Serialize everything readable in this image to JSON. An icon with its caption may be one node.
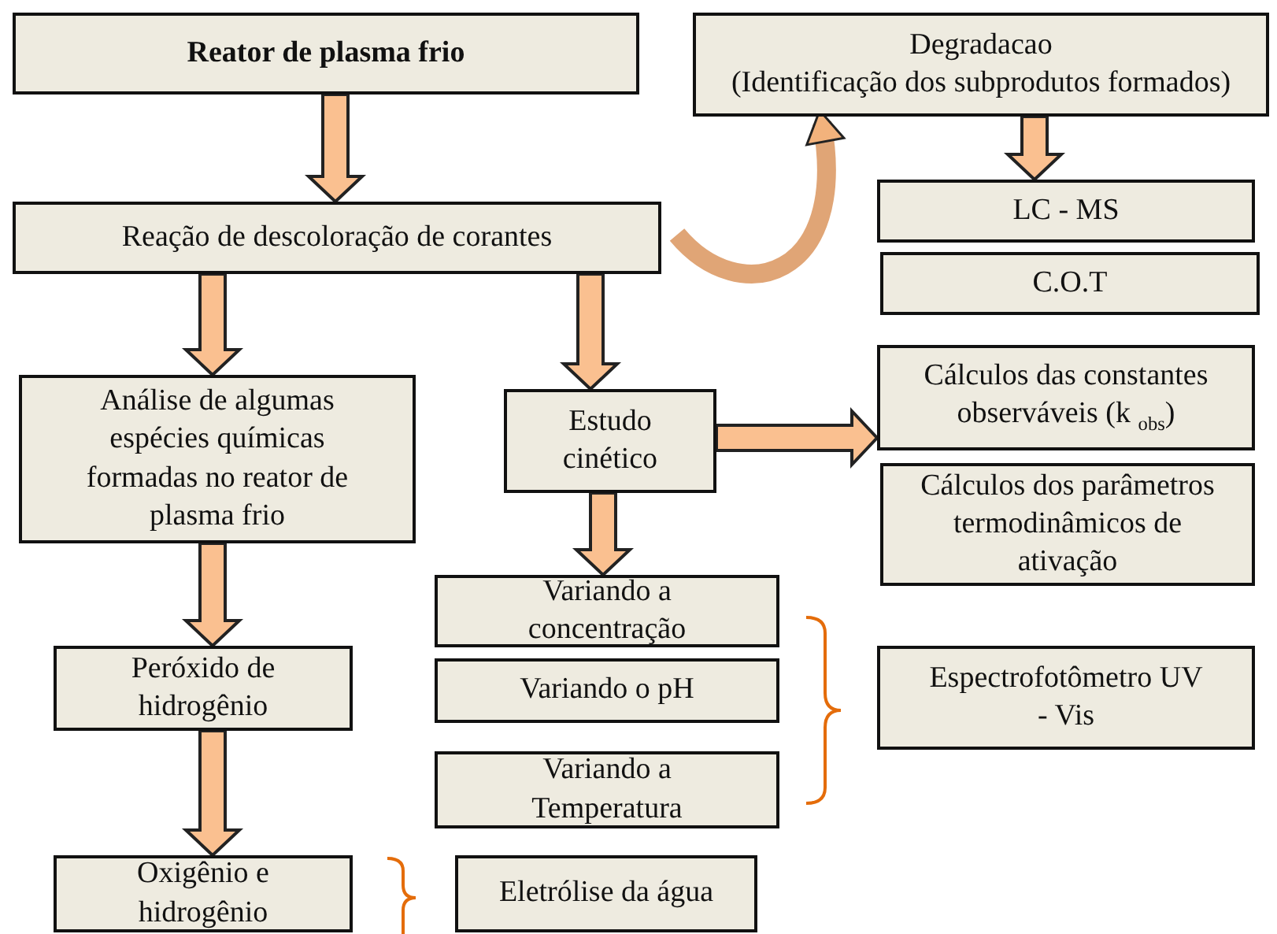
{
  "diagram": {
    "nodes": [
      {
        "text": [
          "Reator de plasma frio"
        ]
      },
      {
        "text": [
          "Degradacao",
          "(Identificação dos subprodutos formados)"
        ]
      },
      {
        "text": [
          "Reação de descoloração de corantes"
        ]
      },
      {
        "text": [
          "LC - MS"
        ]
      },
      {
        "text": [
          "C.O.T"
        ]
      },
      {
        "text": [
          "Análise de algumas espécies químicas formadas no reator de plasma frio"
        ]
      },
      {
        "text": [
          "Estudo cinético"
        ]
      },
      {
        "text": [
          "Cálculos das constantes observáveis (k $_{obs}$)"
        ]
      },
      {
        "text": [
          "Cálculos dos parâmetros termodinâmicos de ativação"
        ]
      },
      {
        "text": [
          "Peróxido de hidrogênio"
        ]
      },
      {
        "text": [
          "Variando a concentração"
        ]
      },
      {
        "text": [
          "Variando o pH"
        ]
      },
      {
        "text": [
          "Variando a Temperatura"
        ]
      },
      {
        "text": [
          "Espectrofotômetro UV - Vis"
        ]
      },
      {
        "text": [
          "Oxigênio e hidrogênio"
        ]
      },
      {
        "text": [
          "Eletrólise da água"
        ]
      }
    ],
    "edges": [
      {
        "from": 0,
        "to": 2,
        "arrow": "to"
      },
      {
        "from": 2,
        "to": 1,
        "arrow": "to"
      },
      {
        "from": 1,
        "to": 3,
        "arrow": "to"
      },
      {
        "from": 2,
        "to": 5,
        "arrow": "to"
      },
      {
        "from": 2,
        "to": 6,
        "arrow": "to"
      },
      {
        "from": 6,
        "to": 7,
        "arrow": "to"
      },
      {
        "from": 6,
        "to": 10,
        "arrow": "to"
      },
      {
        "from": 5,
        "to": 9,
        "arrow": "to"
      },
      {
        "from": 9,
        "to": 14,
        "arrow": "to"
      }
    ]
  }
}
